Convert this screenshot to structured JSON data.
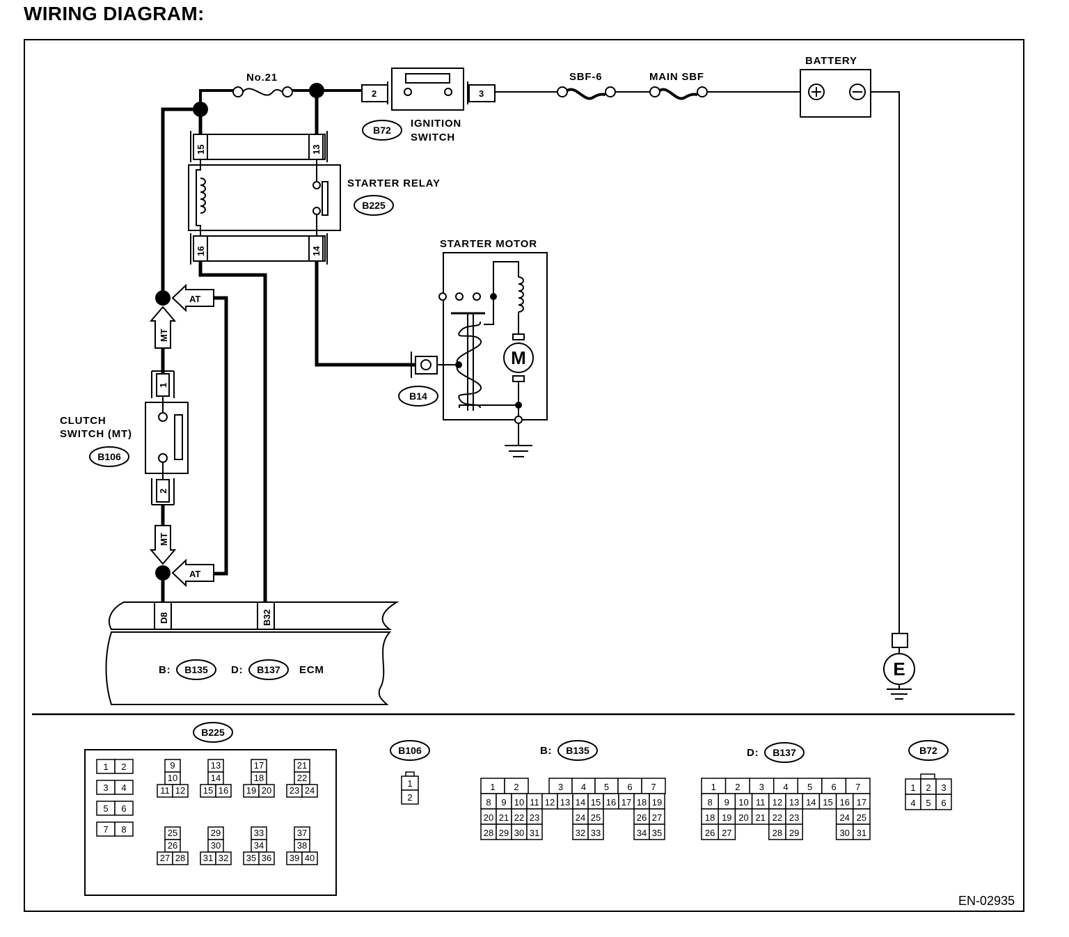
{
  "title": "WIRING DIAGRAM:",
  "figure_code": "EN-02935",
  "labels": {
    "fuse_no21": "No.21",
    "sbf6": "SBF-6",
    "main_sbf": "MAIN SBF",
    "battery": "BATTERY",
    "ignition_switch_line1": "IGNITION",
    "ignition_switch_line2": "SWITCH",
    "starter_relay": "STARTER RELAY",
    "starter_motor": "STARTER MOTOR",
    "clutch_switch_line1": "CLUTCH",
    "clutch_switch_line2": "SWITCH (MT)",
    "ecm": "ECM",
    "ecm_b_prefix": "B:",
    "ecm_d_prefix": "D:",
    "at_marker": "AT",
    "mt_marker": "MT",
    "motor_symbol": "M",
    "ground_symbol": "E",
    "battery_plus": "+",
    "battery_minus": "−"
  },
  "connector_ids": {
    "ignition_switch": "B72",
    "starter_relay": "B225",
    "starter_motor": "B14",
    "clutch_switch": "B106",
    "ecm_b": "B135",
    "ecm_d": "B137"
  },
  "pins": {
    "ign_left": "2",
    "ign_right": "3",
    "relay_15": "15",
    "relay_13": "13",
    "relay_16": "16",
    "relay_14": "14",
    "clutch_1": "1",
    "clutch_2": "2",
    "ecm_d8": "D8",
    "ecm_b32": "B32"
  },
  "connector_views": {
    "b225": {
      "label": "B225",
      "left_pairs": [
        [
          "1",
          "2"
        ],
        [
          "3",
          "4"
        ],
        [
          "5",
          "6"
        ],
        [
          "7",
          "8"
        ]
      ],
      "upper_groups": [
        [
          "9",
          "10",
          "11",
          "12"
        ],
        [
          "13",
          "14",
          "15",
          "16"
        ],
        [
          "17",
          "18",
          "19",
          "20"
        ],
        [
          "21",
          "22",
          "23",
          "24"
        ]
      ],
      "lower_groups": [
        [
          "25",
          "26",
          "27",
          "28"
        ],
        [
          "29",
          "30",
          "31",
          "32"
        ],
        [
          "33",
          "34",
          "35",
          "36"
        ],
        [
          "37",
          "38",
          "39",
          "40"
        ]
      ]
    },
    "b106": {
      "label": "B106",
      "pins": [
        "1",
        "2"
      ]
    },
    "b135": {
      "prefix": "B:",
      "label": "B135",
      "row1": [
        "1",
        "2",
        "",
        "3",
        "4",
        "5",
        "6",
        "7"
      ],
      "row2": [
        "8",
        "9",
        "10",
        "11",
        "12",
        "13",
        "14",
        "15",
        "16",
        "17",
        "18",
        "19"
      ],
      "row3": [
        "20",
        "21",
        "22",
        "23",
        "",
        "",
        "24",
        "25",
        "",
        "",
        "26",
        "27"
      ],
      "row4": [
        "28",
        "29",
        "30",
        "31",
        "",
        "",
        "32",
        "33",
        "",
        "",
        "34",
        "35"
      ]
    },
    "b137": {
      "prefix": "D:",
      "label": "B137",
      "row1": [
        "1",
        "2",
        "3",
        "4",
        "5",
        "6",
        "7"
      ],
      "row2": [
        "8",
        "9",
        "10",
        "11",
        "12",
        "13",
        "14",
        "15",
        "16",
        "17"
      ],
      "row3": [
        "18",
        "19",
        "20",
        "21",
        "22",
        "23",
        "",
        "",
        "24",
        "25"
      ],
      "row4": [
        "26",
        "27",
        "",
        "",
        "28",
        "29",
        "",
        "",
        "30",
        "31"
      ]
    },
    "b72": {
      "label": "B72",
      "row1": [
        "1",
        "2",
        "3"
      ],
      "row2": [
        "4",
        "5",
        "6"
      ]
    }
  }
}
